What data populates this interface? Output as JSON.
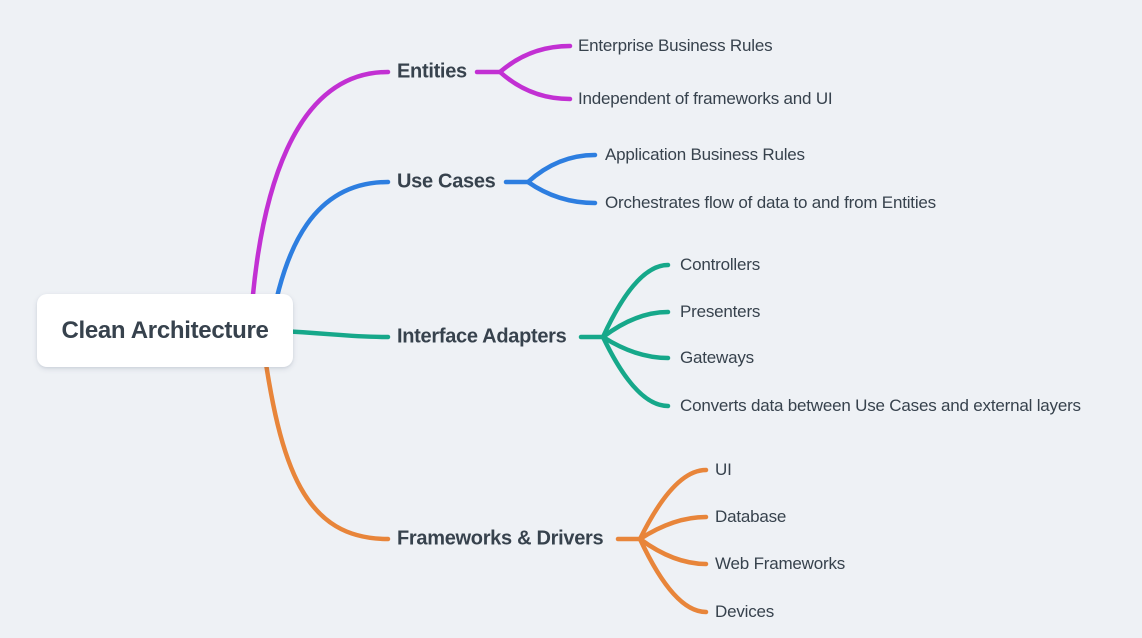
{
  "root": {
    "label": "Clean Architecture"
  },
  "branches": [
    {
      "label": "Entities",
      "color": "#c230d3",
      "children": [
        "Enterprise Business Rules",
        "Independent of frameworks and UI"
      ]
    },
    {
      "label": "Use Cases",
      "color": "#2d7ee0",
      "children": [
        "Application Business Rules",
        "Orchestrates flow of data to and from Entities"
      ]
    },
    {
      "label": "Interface Adapters",
      "color": "#16a88a",
      "children": [
        "Controllers",
        "Presenters",
        "Gateways",
        "Converts data between Use Cases and external layers"
      ]
    },
    {
      "label": "Frameworks & Drivers",
      "color": "#e8853a",
      "children": [
        "UI",
        "Database",
        "Web Frameworks",
        "Devices"
      ]
    }
  ],
  "palette": {
    "bg": "#eef1f5",
    "text": "#37424d",
    "node-bg": "#ffffff"
  }
}
